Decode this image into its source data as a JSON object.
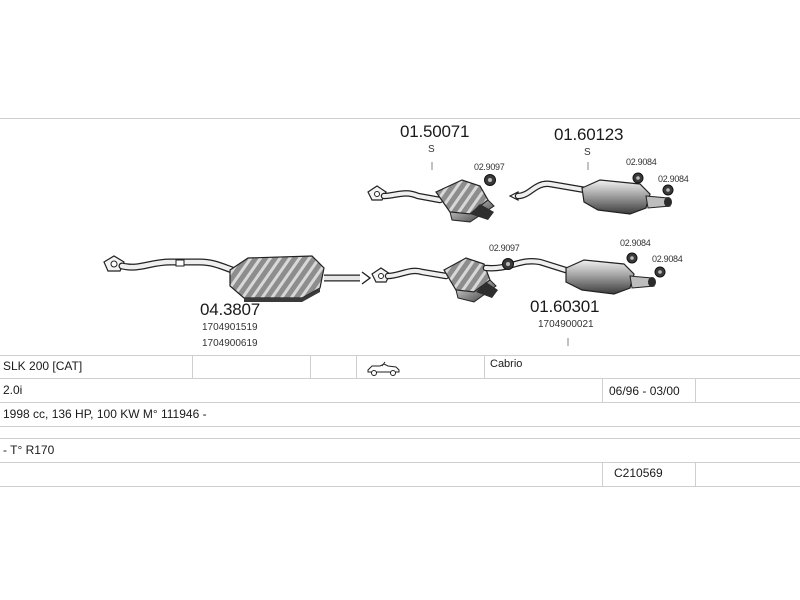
{
  "parts": {
    "front_pipe": {
      "code": "04.3807",
      "oem1": "1704901519",
      "oem2": "1704900619"
    },
    "middle_upper": {
      "code": "01.50071",
      "variant": "S",
      "clamp": "02.9097"
    },
    "rear_upper": {
      "code": "01.60123",
      "variant": "S",
      "clamp1": "02.9084",
      "clamp2": "02.9084"
    },
    "middle_lower_clamp": "02.9097",
    "rear_lower": {
      "code": "01.60301",
      "oem": "1704900021",
      "clamp1": "02.9084",
      "clamp2": "02.9084"
    }
  },
  "table": {
    "model": "SLK 200  [CAT]",
    "body": "Cabrio",
    "engine": "2.0i",
    "years": "06/96 - 03/00",
    "specs": "1998 cc, 136 HP, 100 KW M° 111946 -",
    "type": "- T° R170",
    "ref": "C210569"
  },
  "icons": {
    "body_icon": "convertible-car-icon"
  }
}
